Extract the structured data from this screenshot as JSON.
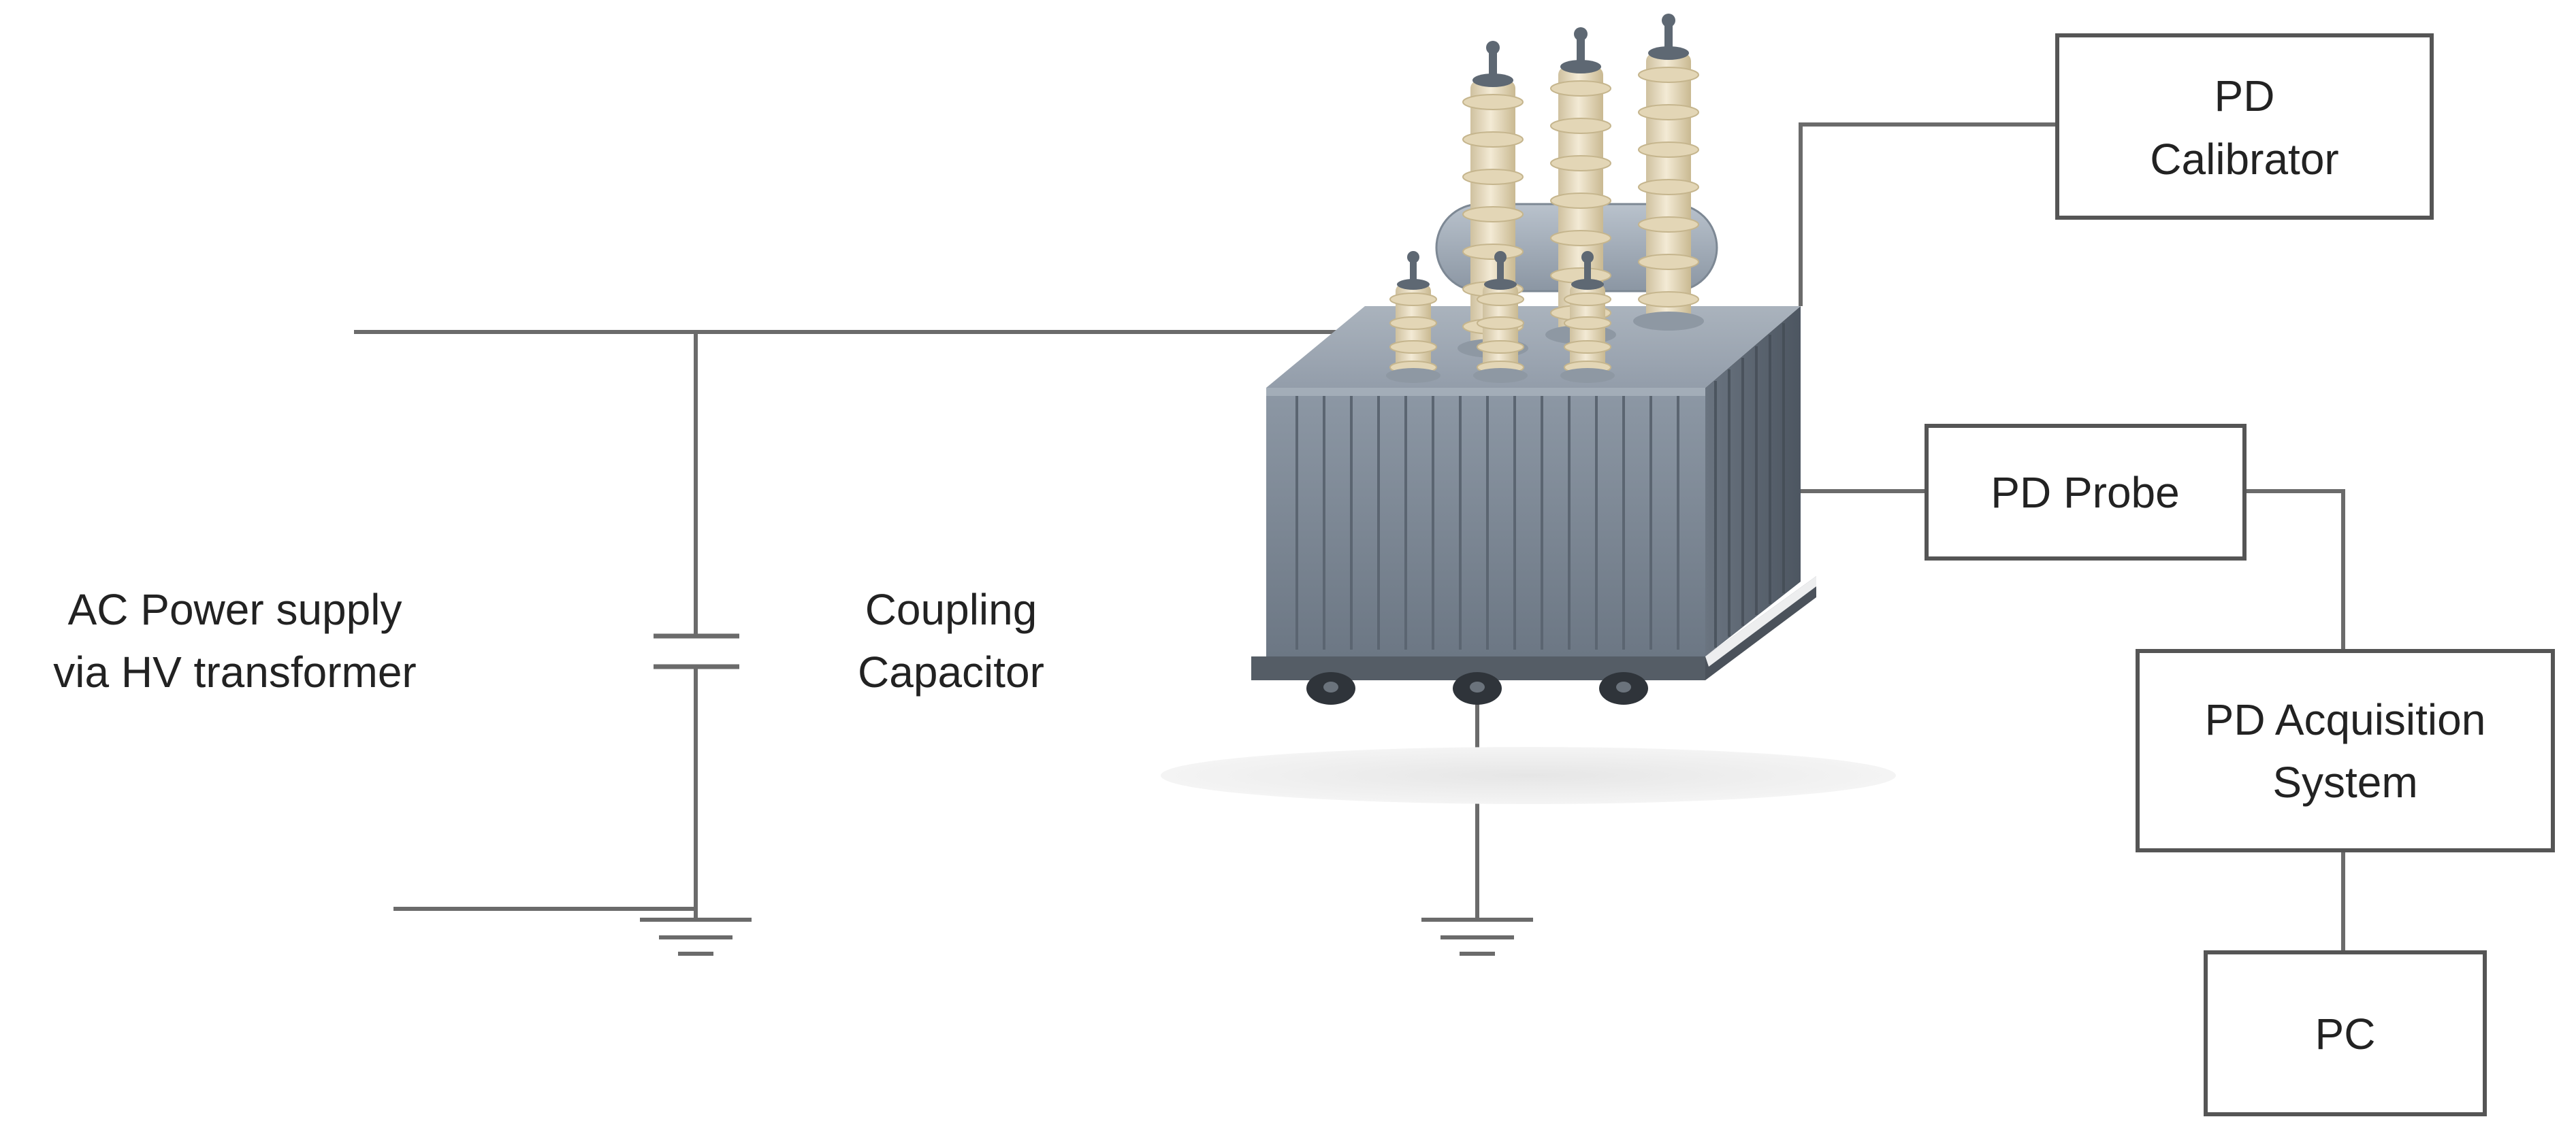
{
  "labels": {
    "ac_supply": [
      "AC Power supply",
      "via HV transformer"
    ],
    "coupling_capacitor": [
      "Coupling",
      "Capacitor"
    ],
    "pd_calibrator": [
      "PD",
      "Calibrator"
    ],
    "pd_probe": [
      "PD Probe"
    ],
    "pd_acquisition": [
      "PD Acquisition",
      "System"
    ],
    "pc": [
      "PC"
    ]
  },
  "icons": {
    "transformer": "power-transformer-icon",
    "ground": "ground-symbol-icon",
    "capacitor": "capacitor-symbol-icon"
  },
  "colors": {
    "wire": "#6b6b6b",
    "box_border": "#555555",
    "tank": "#7c8794",
    "tank_dark": "#5a6470",
    "insulator": "#e8dcc0",
    "text": "#222222"
  }
}
